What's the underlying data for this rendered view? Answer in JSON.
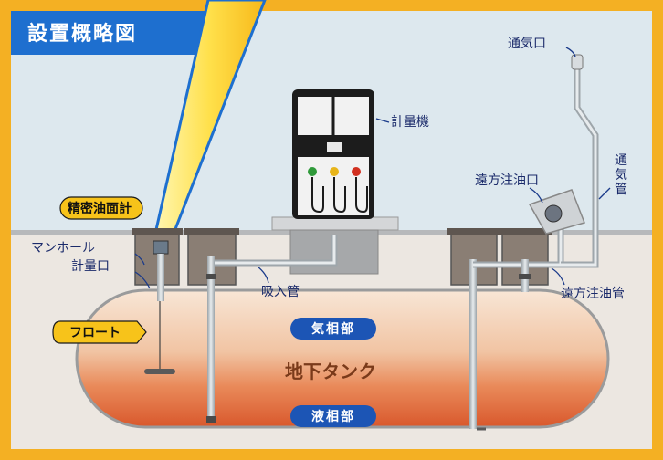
{
  "title": "設置概略図",
  "labels": {
    "vent_outlet": "通気口",
    "meter": "計量機",
    "vent_pipe": "通気管",
    "remote_fill_port": "遠方注油口",
    "precision_gauge": "精密油面計",
    "manhole": "マンホール",
    "measuring_port": "計量口",
    "suction_pipe": "吸入管",
    "remote_fill_pipe": "遠方注油管",
    "float": "フロート",
    "vapor_phase": "気相部",
    "tank": "地下タンク",
    "liquid_phase": "液相部"
  },
  "colors": {
    "frame": "#f4b023",
    "title_bg": "#1e6fcf",
    "sky_bg": "#dde8ee",
    "ground": "#e9e4de",
    "tank_top": "#f6ddc8",
    "tank_bottom": "#e26a3a",
    "pill": "#1c55b5",
    "highlight_tag": "#f7c31a",
    "leader": "#1a3a8a"
  }
}
